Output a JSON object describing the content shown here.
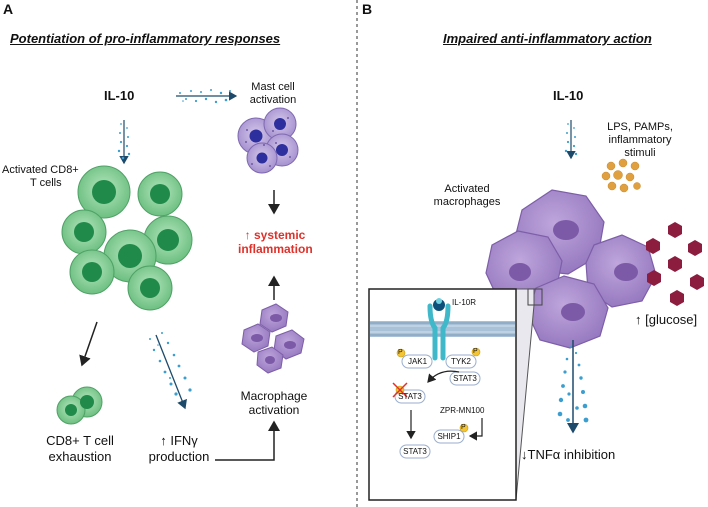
{
  "panel_a": {
    "letter": "A",
    "title": "Potentiation of pro-inflammatory responses",
    "il10": "IL-10",
    "mast_cell": [
      "Mast cell",
      "activation"
    ],
    "cd8": [
      "Activated CD8+",
      "T cells"
    ],
    "systemic": [
      "↑ systemic",
      "inflammation"
    ],
    "macrophage": [
      "Macrophage",
      "activation"
    ],
    "exhaustion": [
      "CD8+ T cell",
      "exhaustion"
    ],
    "ifng": [
      "↑ IFNγ",
      "production"
    ]
  },
  "panel_b": {
    "letter": "B",
    "title": "Impaired anti-inflammatory action",
    "il10": "IL-10",
    "lps": [
      "LPS, PAMPs,",
      "inflammatory",
      "stimuli"
    ],
    "macrophages": [
      "Activated",
      "macrophages"
    ],
    "glucose": "↑ [glucose]",
    "tnf": "↓TNFα inhibition",
    "inset": {
      "receptor": "IL-10R",
      "jak1": "JAK1",
      "tyk2": "TYK2",
      "stat3_right": "STAT3",
      "stat3_blocked": "STAT3",
      "zpr": "ZPR-MN100",
      "ship1": "SHIP1",
      "stat3_bottom": "STAT3",
      "phospho": "P"
    }
  },
  "colors": {
    "cd8_outer": "#7ecb8f",
    "cd8_inner": "#1f8a4a",
    "mast_outer": "#b7a3d6",
    "mast_inner": "#2d2f9e",
    "macrophage": "#a487c7",
    "macrophage_nucleus": "#7c5aa8",
    "glucose": "#8c1d3f",
    "lps": "#e0a040",
    "receptor": "#3fb8c9",
    "dots": "#3a9fd0",
    "red": "#e0302a"
  }
}
